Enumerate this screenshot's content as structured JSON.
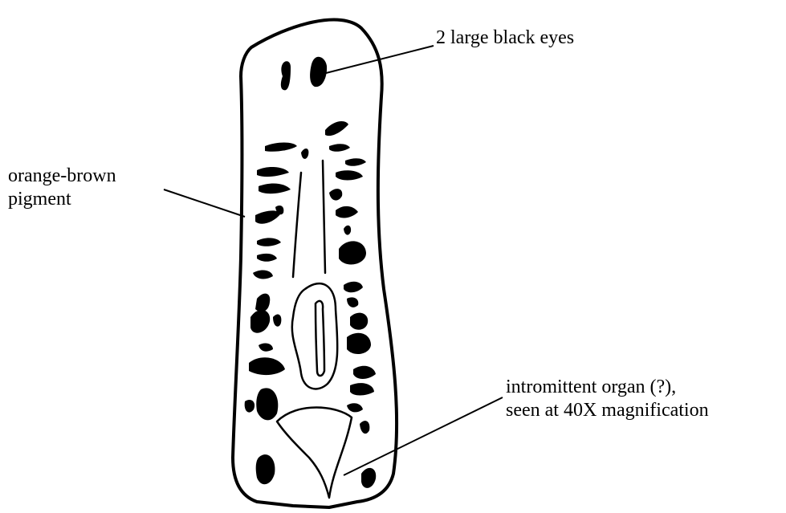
{
  "labels": {
    "eyes": "2 large black eyes",
    "pigment_line1": "orange-brown",
    "pigment_line2": "pigment",
    "organ_line1": "intromittent organ (?),",
    "organ_line2": "seen at 40X magnification"
  },
  "colors": {
    "ink": "#000000",
    "background": "#ffffff"
  }
}
